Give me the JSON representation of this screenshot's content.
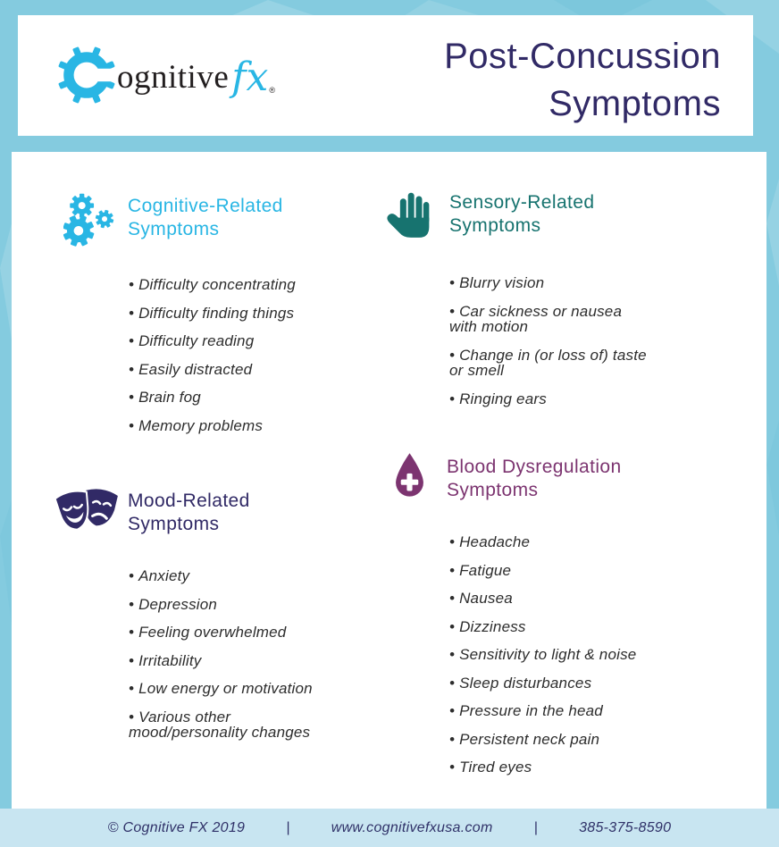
{
  "colors": {
    "page_background": "#84cbdf",
    "card_background": "#ffffff",
    "footer_background": "#c8e5f1",
    "cyan": "#29b6e4",
    "teal": "#17736f",
    "navy": "#312a66",
    "purple": "#7c3470",
    "body_text": "#2d2d2d"
  },
  "header": {
    "logo": {
      "brand_prefix": "ognitive",
      "brand_suffix": "fx",
      "registered_mark": "®",
      "gear_icon": "cognitivefx-gear-c-icon"
    },
    "title_line1": "Post-Concussion",
    "title_line2": "Symptoms"
  },
  "sections": [
    {
      "name": "cognitive",
      "icon": "gears-icon",
      "color": "#29b6e4",
      "title_line1": "Cognitive-Related",
      "title_line2": "Symptoms",
      "items": [
        "Difficulty concentrating",
        "Difficulty finding things",
        "Difficulty reading",
        "Easily distracted",
        "Brain fog",
        "Memory problems"
      ]
    },
    {
      "name": "sensory",
      "icon": "hand-icon",
      "color": "#17736f",
      "title_line1": "Sensory-Related",
      "title_line2": "Symptoms",
      "items": [
        "Blurry vision",
        "Car sickness or nausea with motion",
        "Change in (or loss of) taste or smell",
        "Ringing ears"
      ]
    },
    {
      "name": "mood",
      "icon": "theater-masks-icon",
      "color": "#312a66",
      "title_line1": "Mood-Related",
      "title_line2": "Symptoms",
      "items": [
        "Anxiety",
        "Depression",
        "Feeling overwhelmed",
        "Irritability",
        "Low energy or motivation",
        "Various other mood/personality changes"
      ]
    },
    {
      "name": "blood",
      "icon": "blood-drop-icon",
      "color": "#7c3470",
      "title_line1": "Blood Dysregulation",
      "title_line2": "Symptoms",
      "items": [
        "Headache",
        "Fatigue",
        "Nausea",
        "Dizziness",
        "Sensitivity to light & noise",
        "Sleep disturbances",
        "Pressure in the head",
        "Persistent neck pain",
        "Tired eyes"
      ]
    }
  ],
  "footer": {
    "copyright": "© Cognitive FX 2019",
    "separator": "|",
    "website": "www.cognitivefxusa.com",
    "phone": "385-375-8590"
  }
}
